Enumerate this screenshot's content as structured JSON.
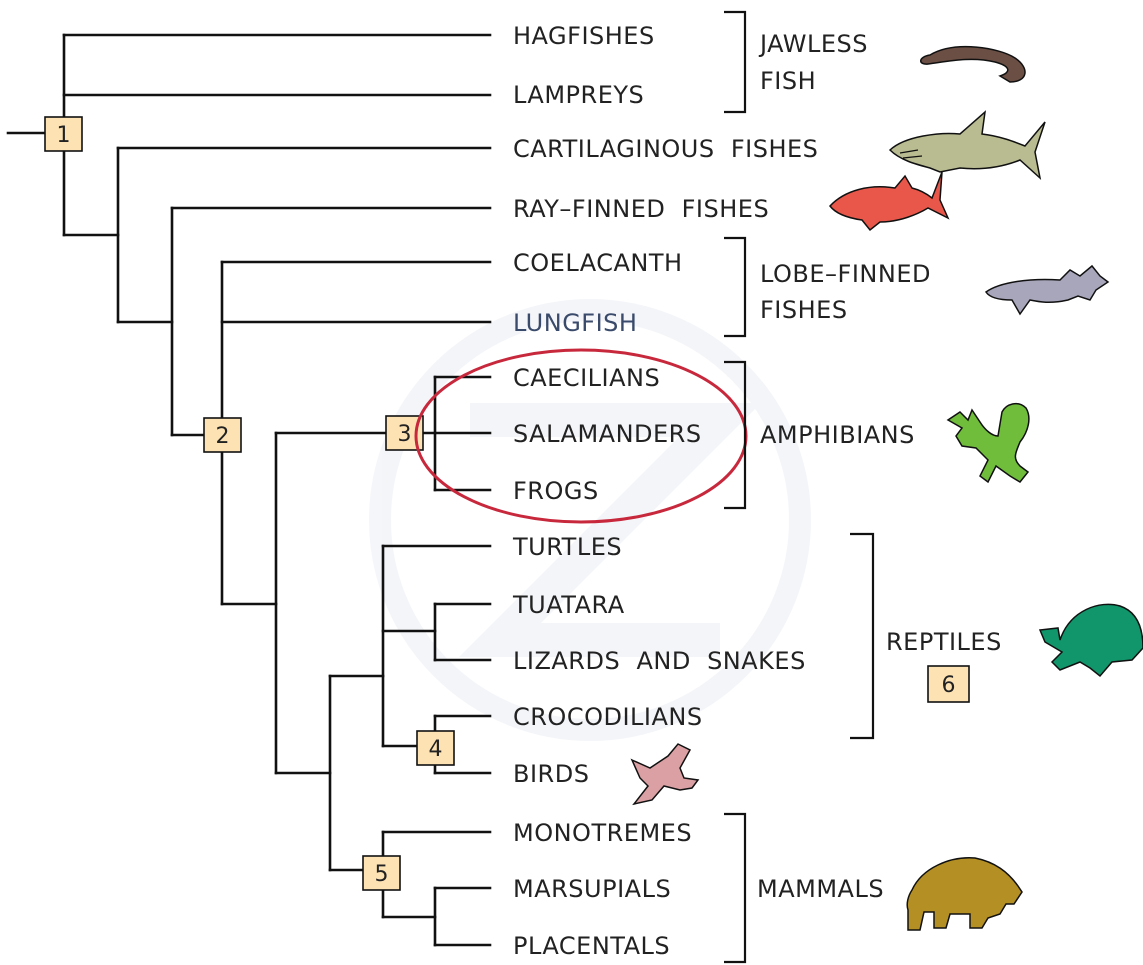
{
  "taxa": {
    "hagfishes": "HAGFISHES",
    "lampreys": "LAMPREYS",
    "cartilaginous": "CARTILAGINOUS  FISHES",
    "ray_finned": "RAY–FINNED  FISHES",
    "coelacanth": "COELACANTH",
    "lungfish": "LUNGFISH",
    "caecilians": "CAECILIANS",
    "salamanders": "SALAMANDERS",
    "frogs": "FROGS",
    "turtles": "TURTLES",
    "tuatara": "TUATARA",
    "lizards_snakes": "LIZARDS  AND  SNAKES",
    "crocodilians": "CROCODILIANS",
    "birds": "BIRDS",
    "monotremes": "MONOTREMES",
    "marsupials": "MARSUPIALS",
    "placentals": "PLACENTALS"
  },
  "groups": {
    "jawless_line1": "JAWLESS",
    "jawless_line2": "FISH",
    "lobe_line1": "LOBE–FINNED",
    "lobe_line2": "FISHES",
    "amphibians": "AMPHIBIANS",
    "reptiles": "REPTILES",
    "mammals": "MAMMALS"
  },
  "nodes": {
    "n1": "1",
    "n2": "2",
    "n3": "3",
    "n4": "4",
    "n5": "5",
    "n6": "6"
  },
  "colors": {
    "node_box": "#fde3b4",
    "highlight_ellipse": "#c8283c",
    "hagfish": "#6b4f44",
    "shark": "#b9bb90",
    "ray_fish": "#e8574a",
    "lobe_fish": "#a8a6bb",
    "frog": "#6fbd3a",
    "turtle": "#11956a",
    "bird": "#dba0a4",
    "bear": "#b48f24"
  },
  "icons": [
    "hagfish-icon",
    "shark-icon",
    "ray-finned-fish-icon",
    "lobe-finned-fish-icon",
    "frog-icon",
    "turtle-icon",
    "bird-icon",
    "bear-icon"
  ]
}
